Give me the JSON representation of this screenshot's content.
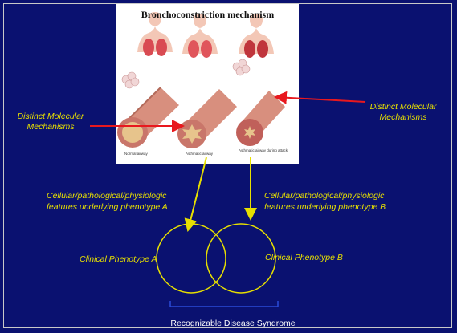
{
  "figure": {
    "title": "Bronchoconstriction mechanism",
    "captions": {
      "normal": "Normal airway",
      "asthmatic": "Asthmatic airway",
      "attack": "Asthmatic airway during attack"
    }
  },
  "labels": {
    "mech_left": "Distinct Molecular Mechanisms",
    "mech_right": "Distinct Molecular Mechanisms",
    "features_a_line1": "Cellular/pathological/physiologic",
    "features_a_line2": "features underlying phenotype A",
    "features_b_line1": "Cellular/pathological/physiologic",
    "features_b_line2": "features underlying phenotype B",
    "phenotype_a": "Clinical Phenotype A",
    "phenotype_b": "Clinical Phenotype B",
    "syndrome": "Recognizable Disease Syndrome"
  },
  "colors": {
    "background": "#0a1170",
    "label_yellow": "#e7e000",
    "arrow_red": "#e8181e"
  }
}
